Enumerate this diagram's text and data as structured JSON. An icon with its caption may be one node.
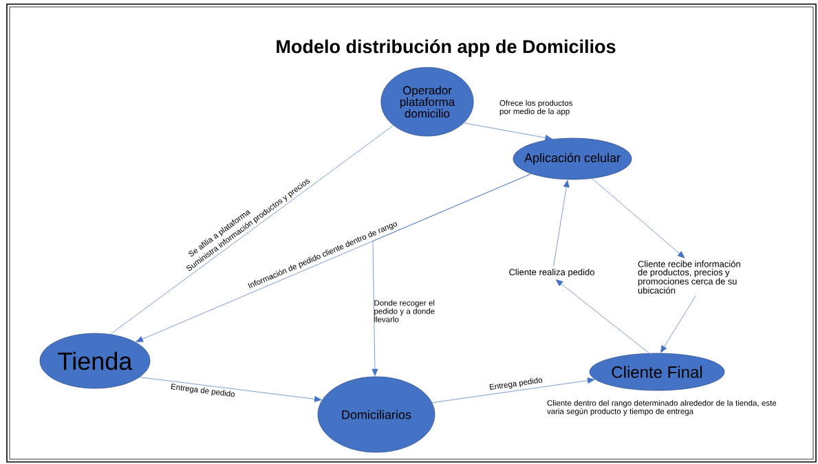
{
  "diagram": {
    "title": "Modelo distribución app de Domicilios",
    "nodes": [
      {
        "text": [
          "Operador plataforma domicilio"
        ]
      },
      {
        "text": [
          "Aplicación celular"
        ]
      },
      {
        "text": [
          "Tienda"
        ]
      },
      {
        "text": [
          "Domiciliarios"
        ]
      },
      {
        "text": [
          "Cliente Final"
        ],
        "beside": [
          "Cliente dentro del rango determinado alrededor de la tienda, este varia según producto y tiempo de entrega"
        ]
      },
      {
        "text": [
          "Cliente recibe información de productos, precios y promociones cerca de su ubicación"
        ]
      },
      {
        "text": [
          "Cliente realiza pedido"
        ]
      }
    ],
    "edges": [
      {
        "from": 0,
        "to": 1,
        "arrow": "to",
        "label": "Ofrece los productos por medio de la app"
      },
      {
        "from": 0,
        "to": 2,
        "arrow": "none",
        "label": "Se afilia a plataforma"
      },
      {
        "from": 1,
        "to": 2,
        "arrow": "to",
        "label": "Información de pedido cliente dentro de rango"
      },
      {
        "from": 1,
        "to": 3,
        "arrow": "to",
        "label": "Donde recoger el pedido y a donde llevarlo"
      },
      {
        "from": 1,
        "to": 5,
        "arrow": "to"
      },
      {
        "from": 5,
        "to": 4,
        "arrow": "to"
      },
      {
        "from": 4,
        "to": 6,
        "arrow": "to"
      },
      {
        "from": 6,
        "to": 1,
        "arrow": "to"
      },
      {
        "from": 2,
        "to": 3,
        "arrow": "to",
        "label": "Entrega de pedido"
      },
      {
        "from": 3,
        "to": 4,
        "arrow": "to",
        "label": "Entrega pedido"
      }
    ],
    "labels": [
      "Suministra información productos y precios"
    ]
  }
}
